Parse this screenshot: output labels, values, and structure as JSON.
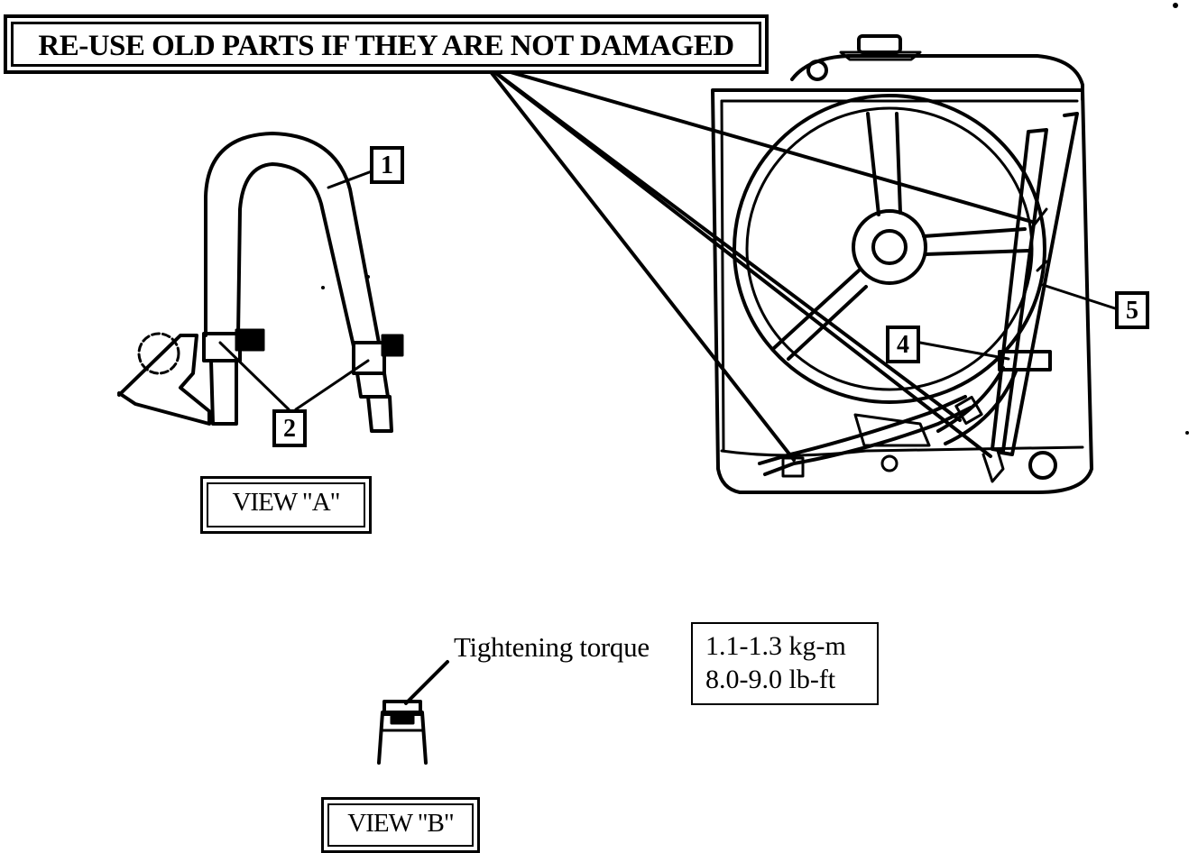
{
  "header": {
    "notice": "RE-USE OLD PARTS IF THEY ARE NOT DAMAGED"
  },
  "views": {
    "a_label": "VIEW  \"A\"",
    "b_label": "VIEW \"B\""
  },
  "callouts": {
    "n1": "1",
    "n2": "2",
    "n4": "4",
    "n5": "5"
  },
  "torque": {
    "label": "Tightening torque",
    "metric": "1.1-1.3 kg-m",
    "imperial": "8.0-9.0 lb-ft"
  },
  "colors": {
    "ink": "#000000",
    "paper": "#ffffff"
  }
}
